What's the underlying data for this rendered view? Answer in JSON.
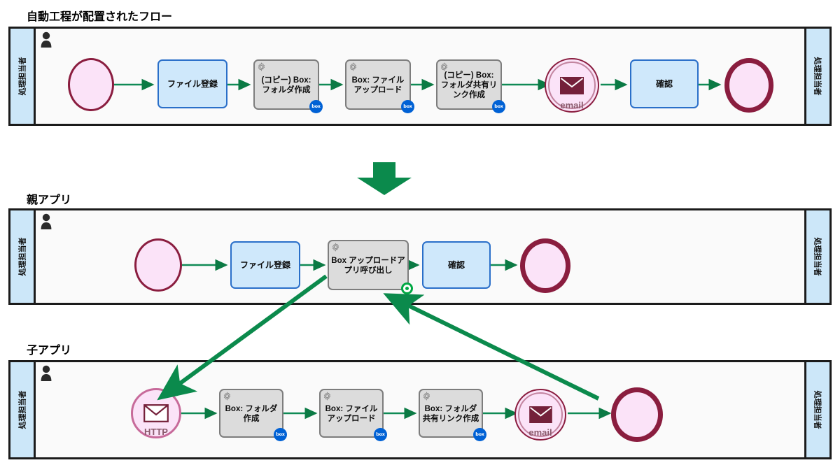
{
  "sections": [
    {
      "id": "auto",
      "title": "自動工程が配置されたフロー"
    },
    {
      "id": "parent",
      "title": "親アプリ"
    },
    {
      "id": "child",
      "title": "子アプリ"
    }
  ],
  "lane": {
    "label_left": "処理担当者",
    "label_right": "処理担当者",
    "actor_icon": "person-icon",
    "header_color": "#cce7f9",
    "body_color": "#fafafa",
    "border_color": "#1b1b1b"
  },
  "colors": {
    "flow_green": "#0f8a55",
    "arrow_green": "#0b7a44",
    "event_ring": "#8a1d3f",
    "event_fill": "#fbe3f8",
    "user_task_fill": "#cfe8fb",
    "user_task_border": "#2a6fc9",
    "service_task_fill": "#dcdcdc",
    "service_task_border": "#7d7d7d",
    "box_badge": "#0061d5",
    "green_badge": "#00a843",
    "title_text": "#000000"
  },
  "flows": {
    "auto": {
      "nodes": [
        {
          "key": "start",
          "type": "start-event",
          "label": ""
        },
        {
          "key": "t1",
          "type": "user-task",
          "label": "ファイル登録"
        },
        {
          "key": "t2",
          "type": "service-task",
          "label": "(コピー) Box: フォルダ作成",
          "badge": "box"
        },
        {
          "key": "t3",
          "type": "service-task",
          "label": "Box: ファイルアップロード",
          "badge": "box"
        },
        {
          "key": "t4",
          "type": "service-task",
          "label": "(コピー) Box: フォルダ共有リンク作成",
          "badge": "box"
        },
        {
          "key": "e1",
          "type": "message-intermediate-event",
          "label": "email"
        },
        {
          "key": "t5",
          "type": "user-task",
          "label": "確認"
        },
        {
          "key": "end",
          "type": "end-event",
          "label": ""
        }
      ]
    },
    "parent": {
      "nodes": [
        {
          "key": "start",
          "type": "start-event",
          "label": ""
        },
        {
          "key": "t1",
          "type": "user-task",
          "label": "ファイル登録"
        },
        {
          "key": "t2",
          "type": "service-task",
          "label": "Box アップロードアプリ呼び出し",
          "badge": "green"
        },
        {
          "key": "t3",
          "type": "user-task",
          "label": "確認"
        },
        {
          "key": "end",
          "type": "end-event",
          "label": ""
        }
      ]
    },
    "child": {
      "nodes": [
        {
          "key": "start",
          "type": "message-start-event",
          "label": "HTTP"
        },
        {
          "key": "t1",
          "type": "service-task",
          "label": "Box: フォルダ作成",
          "badge": "box"
        },
        {
          "key": "t2",
          "type": "service-task",
          "label": "Box: ファイルアップロード",
          "badge": "box"
        },
        {
          "key": "t3",
          "type": "service-task",
          "label": "Box: フォルダ共有リンク作成",
          "badge": "box"
        },
        {
          "key": "e1",
          "type": "message-intermediate-event",
          "label": "email"
        },
        {
          "key": "end",
          "type": "end-event",
          "label": ""
        }
      ]
    }
  },
  "badges": {
    "box_label": "box",
    "box_icon": "box-logo-icon",
    "green_icon": "call-activity-marker-icon",
    "gear_icon": "gear-icon"
  },
  "annotations": {
    "down_arrow": "down-arrow-icon",
    "link_call_to_child_start": "call-to-child-start-arrow",
    "link_child_end_to_call": "child-end-to-call-arrow"
  }
}
